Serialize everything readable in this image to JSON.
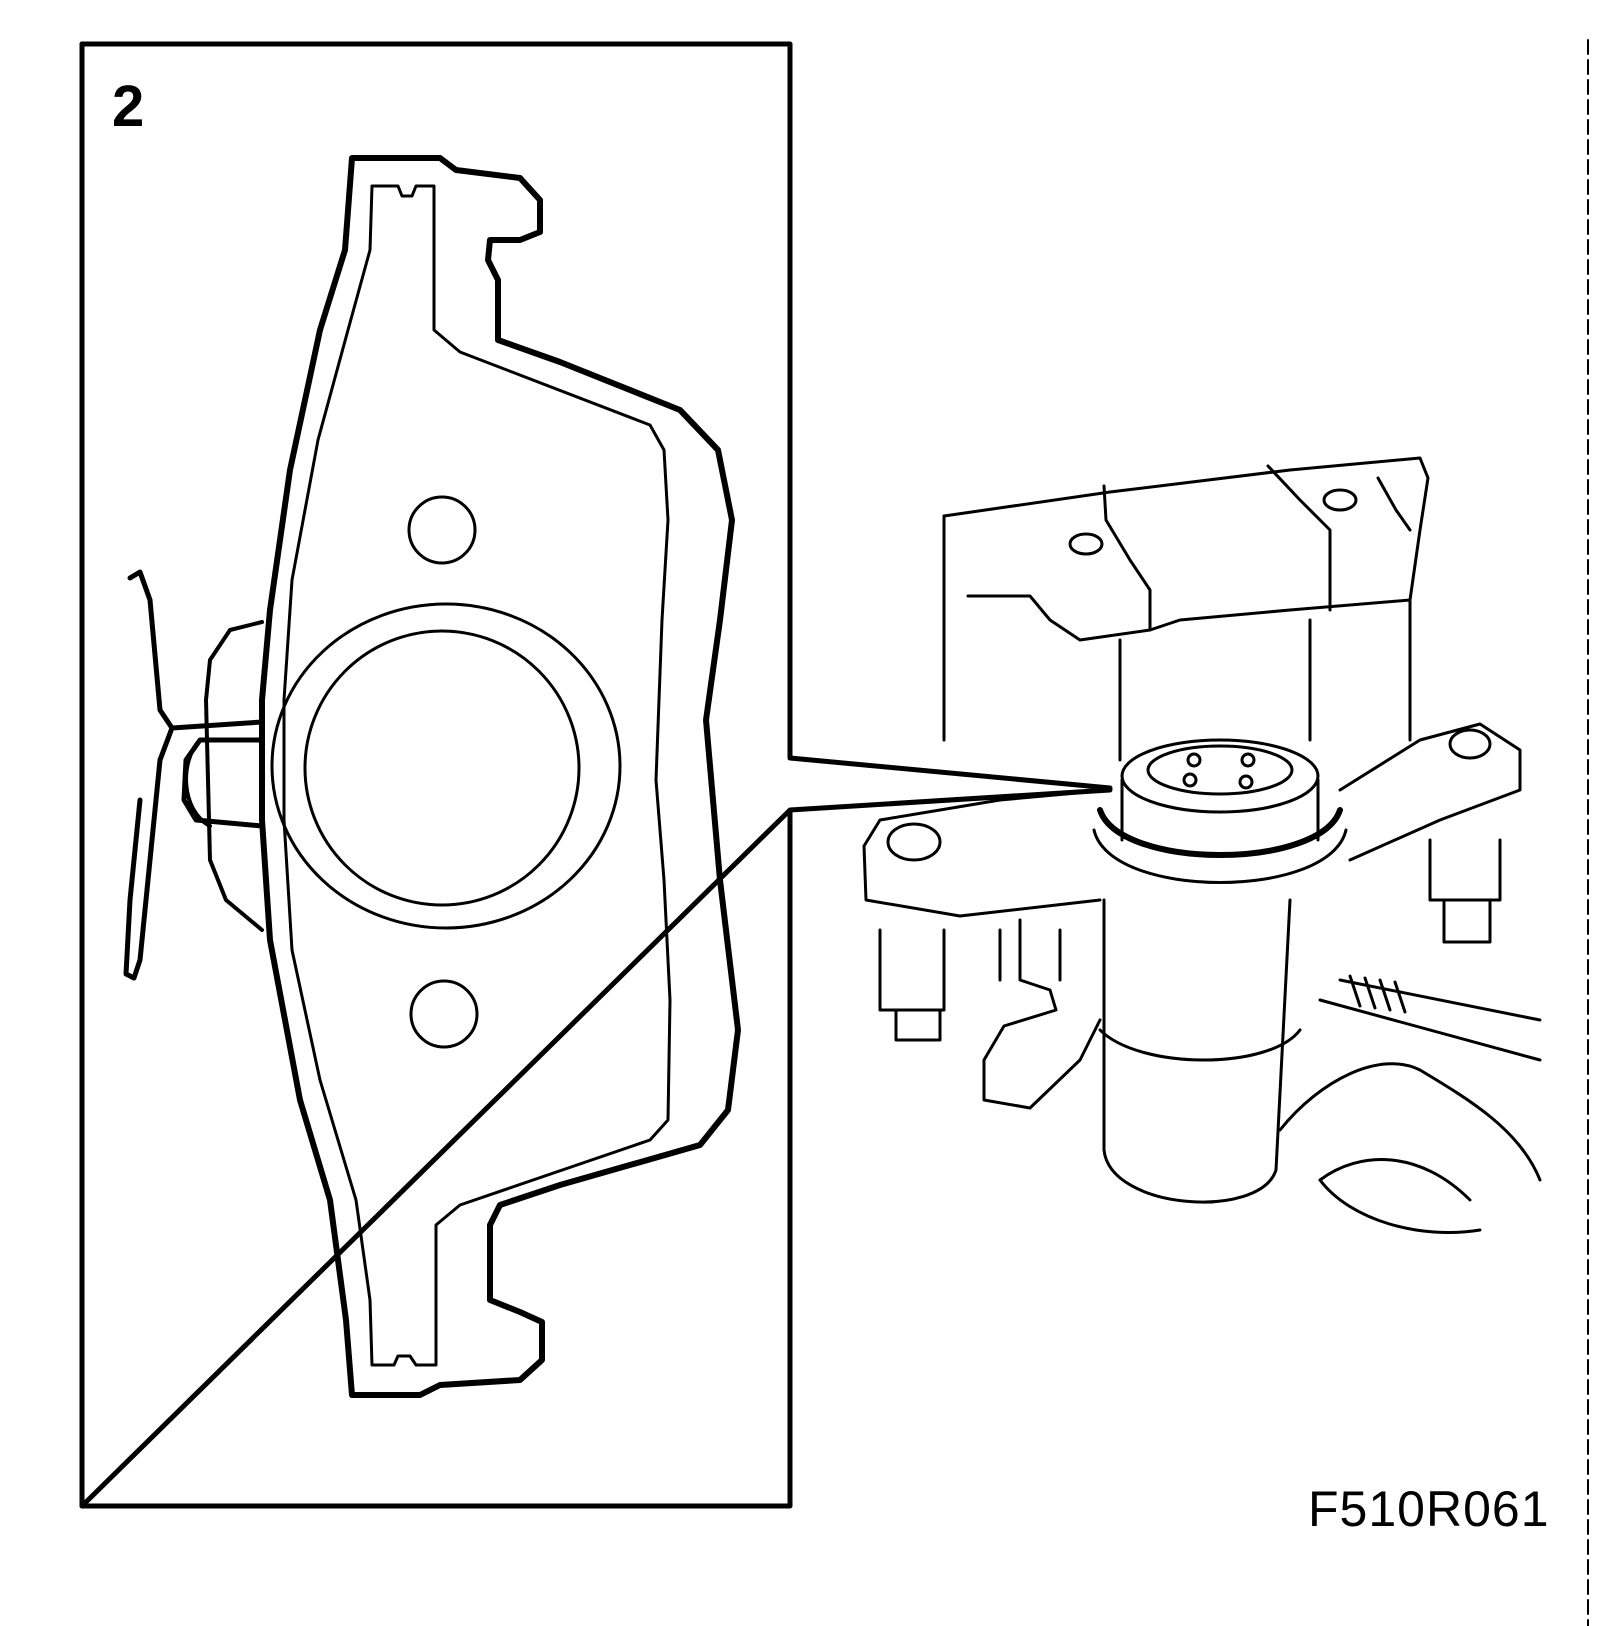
{
  "step_number": "2",
  "figure_code": "F510R061",
  "colors": {
    "line": "#000000",
    "background": "#ffffff"
  },
  "icons": [
    "brake-pad-detail-inset",
    "brake-caliper-piston-illustration"
  ]
}
